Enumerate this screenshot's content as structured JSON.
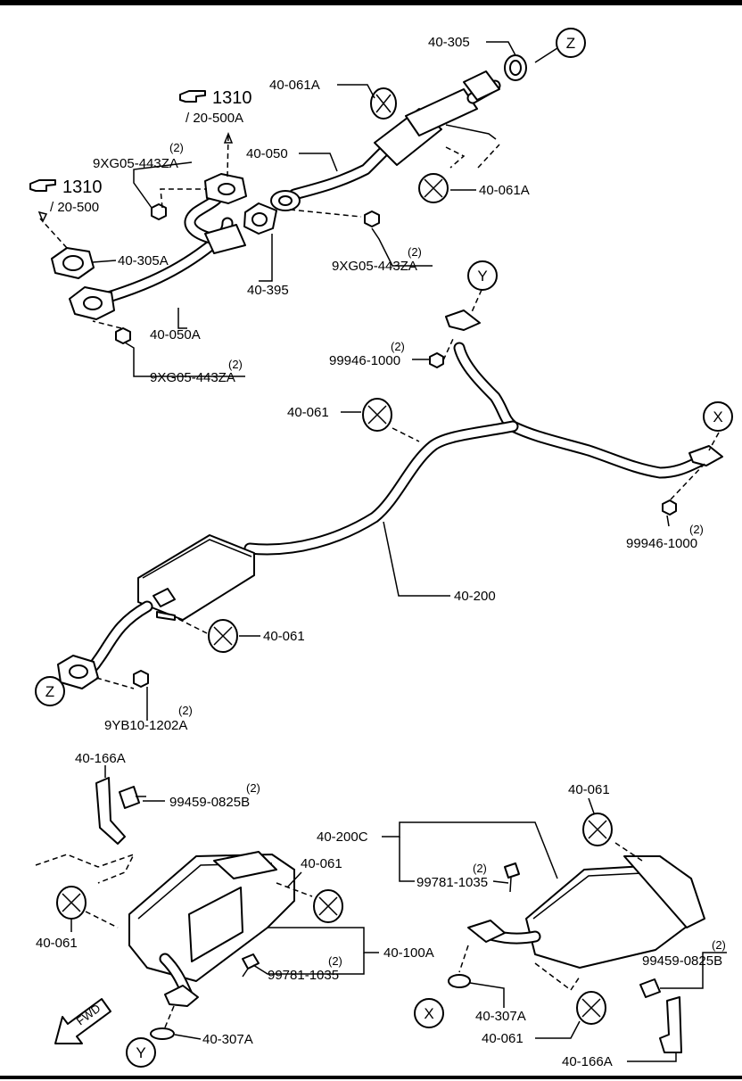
{
  "labels": {
    "p_40_305": "40-305",
    "p_40_061A_top": "40-061A",
    "p_40_050": "40-050",
    "p_40_061A_mid": "40-061A",
    "p_40_305A": "40-305A",
    "p_40_395": "40-395",
    "p_40_050A": "40-050A",
    "p_9xg_top": "9XG05-443ZA",
    "p_9xg_mid": "9XG05-443ZA",
    "p_9xg_low": "9XG05-443ZA",
    "p_99946_upper": "99946-1000",
    "p_99946_lower": "99946-1000",
    "p_40_061_a": "40-061",
    "p_40_200": "40-200",
    "p_40_061_b": "40-061",
    "p_9yb10": "9YB10-1202A",
    "p_40_166A_left": "40-166A",
    "p_99459_left": "99459-0825B",
    "p_40_061_c": "40-061",
    "p_40_061_d": "40-061",
    "p_40_100A": "40-100A",
    "p_99781_left": "99781-1035",
    "p_40_307A_left": "40-307A",
    "p_40_200C": "40-200C",
    "p_99781_right": "99781-1035",
    "p_40_061_e": "40-061",
    "p_99459_right": "99459-0825B",
    "p_40_307A_right": "40-307A",
    "p_40_061_f": "40-061",
    "p_40_166A_right": "40-166A"
  },
  "quantities": {
    "q_9xg_top": "(2)",
    "q_9xg_mid": "(2)",
    "q_9xg_low": "(2)",
    "q_99946_upper": "(2)",
    "q_99946_lower": "(2)",
    "q_9yb10": "(2)",
    "q_99459_left": "(2)",
    "q_99781_left": "(2)",
    "q_99781_right": "(2)",
    "q_99459_right": "(2)"
  },
  "references": {
    "ref_a_num": "1310",
    "ref_a_sub": "/ 20-500A",
    "ref_b_num": "1310",
    "ref_b_sub": "/ 20-500"
  },
  "connectors": {
    "z_top": "Z",
    "y_top": "Y",
    "x_right": "X",
    "z_bottom": "Z",
    "x_bottom": "X",
    "y_bottom": "Y"
  },
  "fwd_label": "FWD",
  "icons": {
    "reference_pointer": "hand-pointer-icon",
    "front_direction": "fwd-arrow-icon"
  },
  "colors": {
    "ink": "#000000",
    "paper": "#ffffff"
  }
}
